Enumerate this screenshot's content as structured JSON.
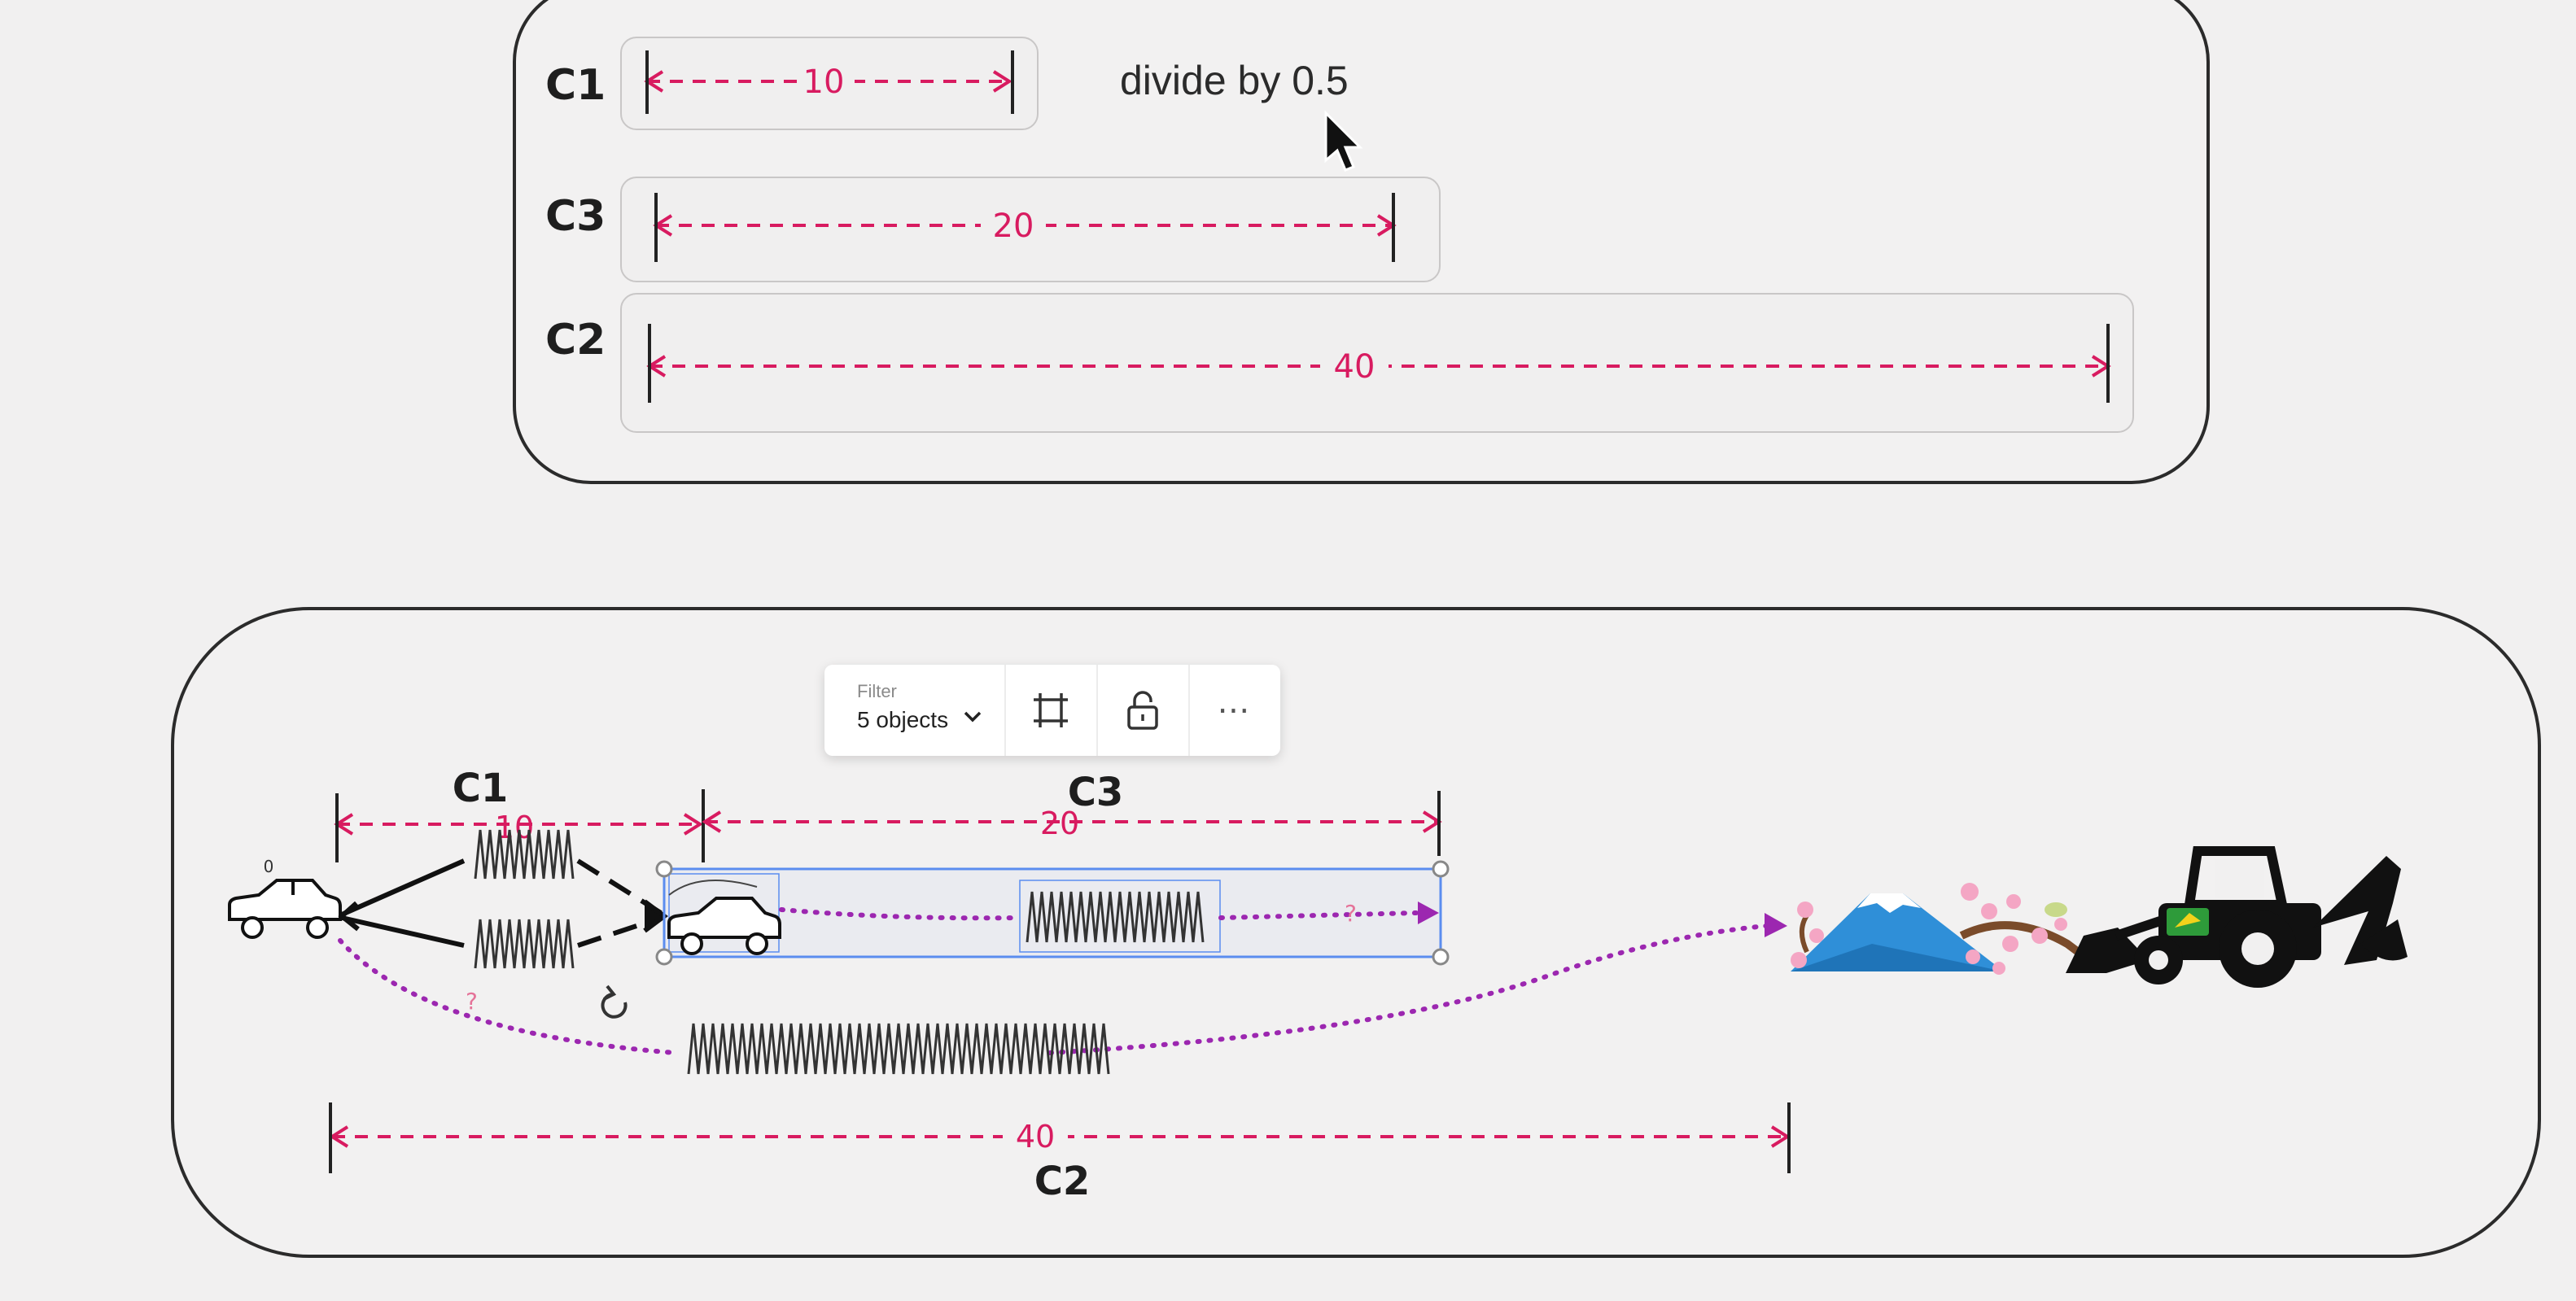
{
  "top_panel": {
    "rows": [
      {
        "label": "C1",
        "value": "10"
      },
      {
        "label": "C3",
        "value": "20"
      },
      {
        "label": "C2",
        "value": "40"
      }
    ],
    "note": "divide by 0.5"
  },
  "toolbar": {
    "filter_caption": "Filter",
    "filter_value": "5 objects",
    "icons": [
      "chevron-down-icon",
      "frame-icon",
      "unlock-icon",
      "more-icon"
    ]
  },
  "bottom_panel": {
    "c1": {
      "label": "C1",
      "value": "10"
    },
    "c3": {
      "label": "C3",
      "value": "20"
    },
    "c2": {
      "label": "C2",
      "value": "40"
    },
    "origin_mark": "0",
    "unknown_mark": "?"
  },
  "colors": {
    "dimension": "#d81b60",
    "path": "#9c27b0",
    "selection": "#5b8def",
    "outline": "#2b2b2b"
  }
}
